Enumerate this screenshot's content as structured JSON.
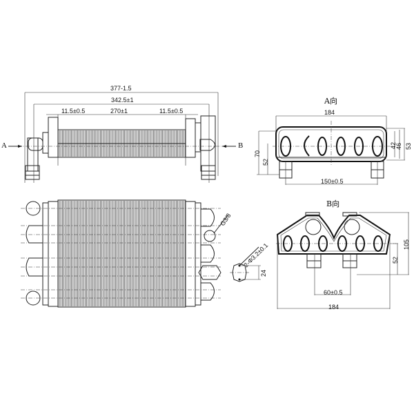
{
  "top_view": {
    "dims": {
      "overall": "377-1.5",
      "overall_main": "377.",
      "overall_tol": "-1.5",
      "inner": "342.5±1",
      "fin_left": "11.5±0.5",
      "fin_center": "270±1",
      "fin_right": "11.5±0.5"
    },
    "arrow_a": "A",
    "arrow_b": "B"
  },
  "view_a": {
    "title": "A向",
    "dims": {
      "width": "184",
      "h1": "42",
      "h2": "46",
      "h3": "53",
      "left_h": "70",
      "left_h2": "52",
      "spacing": "150±0.5"
    }
  },
  "view_b": {
    "title": "B向",
    "dims": {
      "height": "105",
      "h2": "52",
      "spacing": "60±0.5",
      "width": "184"
    }
  },
  "front_view": {
    "thread": "G3/8"
  },
  "flange_detail": {
    "holes": "2-Φ3.2±0.1",
    "spacing": "24"
  }
}
